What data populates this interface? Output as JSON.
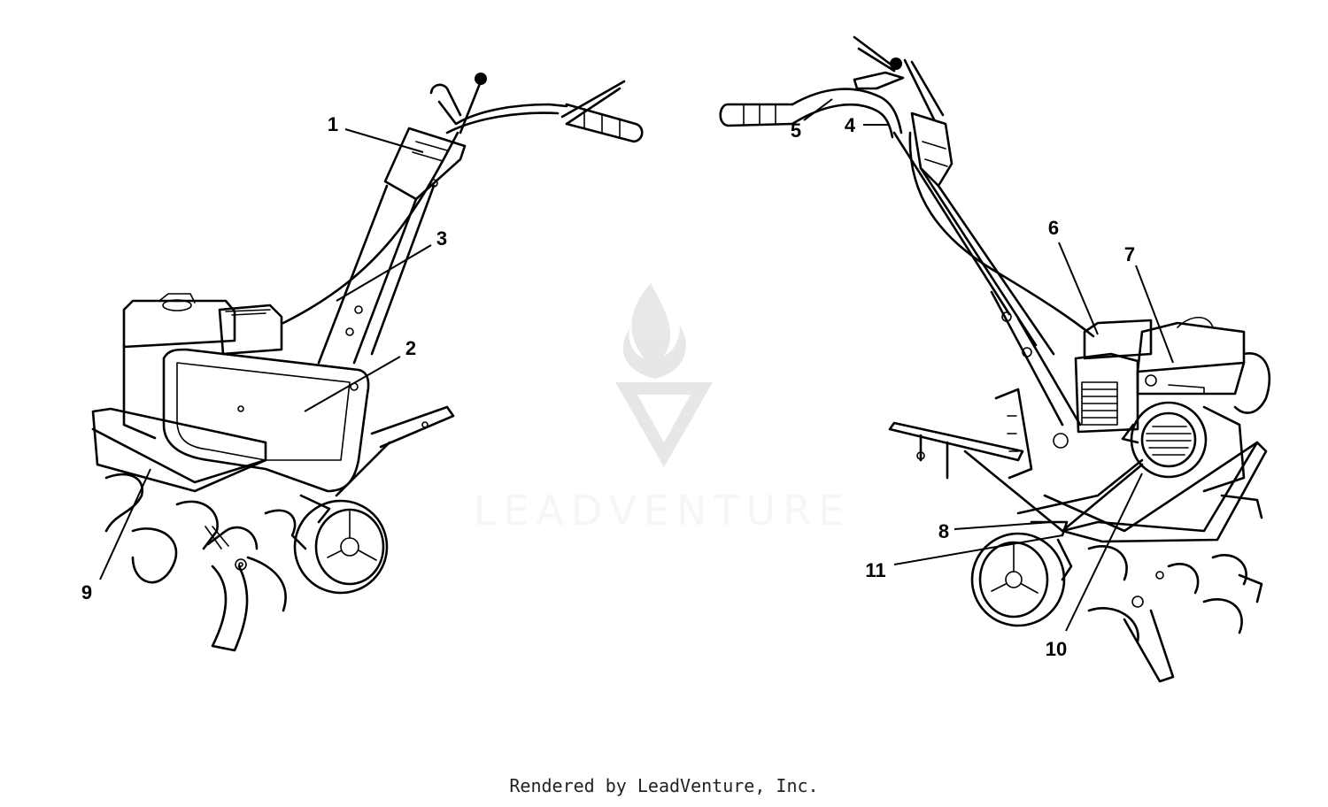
{
  "watermark": {
    "text": "LEADVENTURE",
    "color": "#cfcfcf"
  },
  "footer": {
    "text": "Rendered by LeadVenture, Inc."
  },
  "callouts": [
    "1",
    "2",
    "3",
    "4",
    "5",
    "6",
    "7",
    "8",
    "9",
    "10",
    "11"
  ]
}
